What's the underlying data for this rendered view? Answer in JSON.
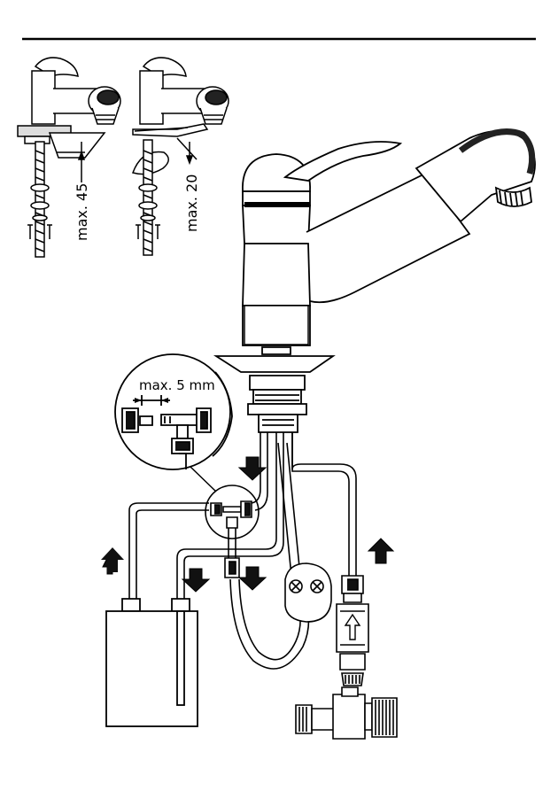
{
  "labels": {
    "max_45": "max. 45",
    "max_20": "max. 20",
    "max_5mm": "max. 5 mm"
  },
  "colors": {
    "line": "#000000",
    "background": "#ffffff",
    "shade": "#444444"
  },
  "icons": {
    "flow_arrow": "thick-arrow",
    "check_valve": "up-arrow-outline"
  }
}
